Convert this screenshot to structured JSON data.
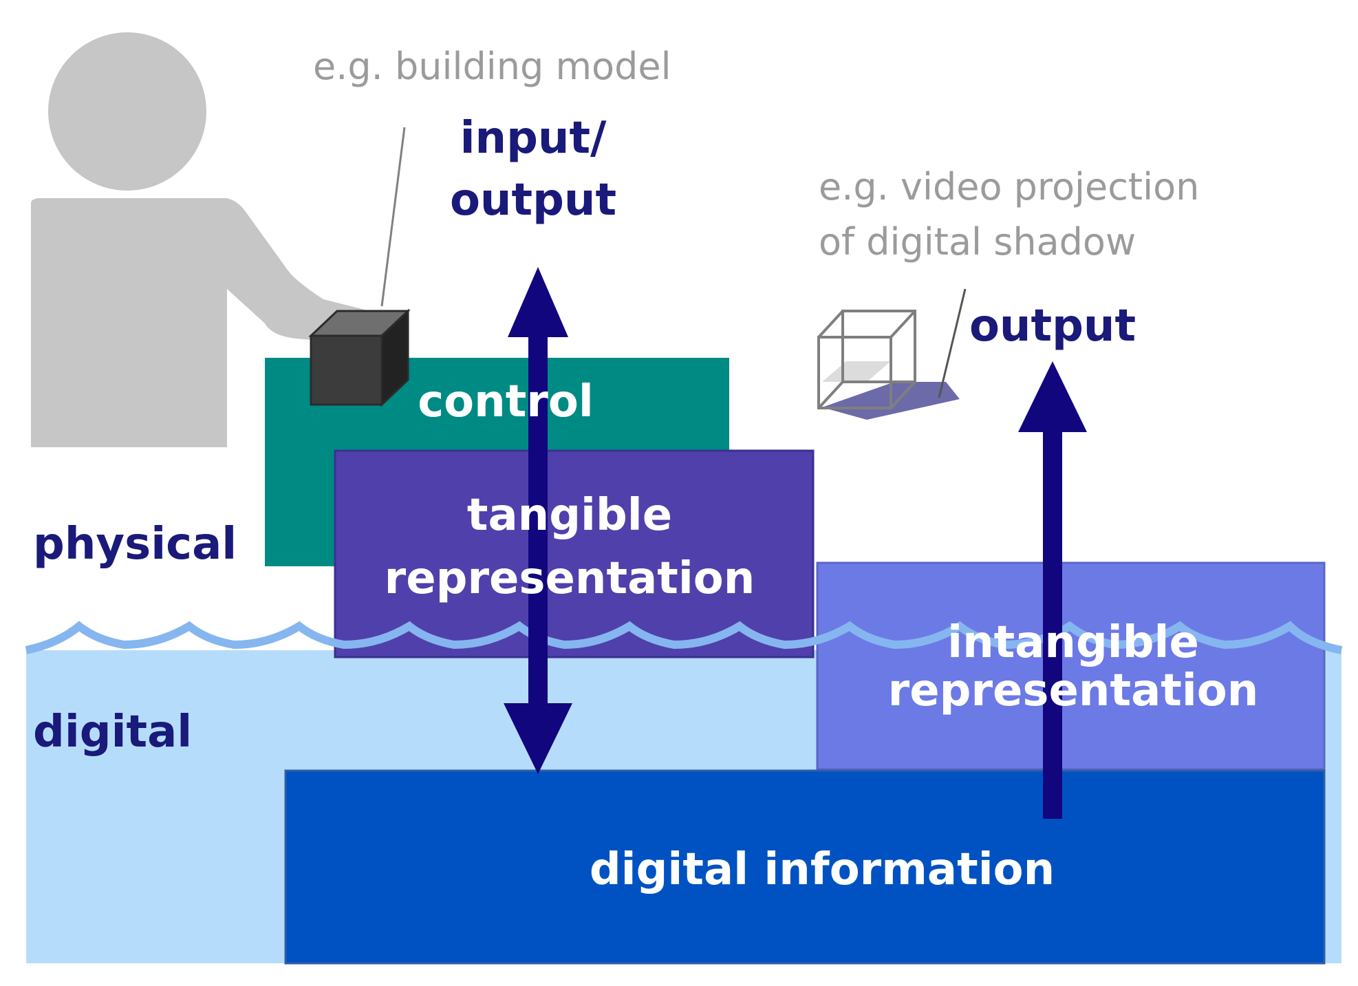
{
  "annotations": {
    "building_model": "e.g. building model",
    "video_projection_line1": "e.g. video projection",
    "video_projection_line2": "of digital shadow"
  },
  "arrows": {
    "input_output_line1": "input/",
    "input_output_line2": "output",
    "output": "output"
  },
  "layers": {
    "physical": "physical",
    "digital": "digital",
    "control": "control",
    "tangible_line1": "tangible",
    "tangible_line2": "representation",
    "intangible_line1": "intangible",
    "intangible_line2": "representation",
    "digital_information": "digital information"
  },
  "colors": {
    "person": "#c6c6c6",
    "control": "#008a84",
    "tangible": "#5040ab",
    "intangible": "#6c7ae6",
    "digital_information": "#0052c2",
    "digital_water": "#b6dcfb",
    "wave": "#86b6ef",
    "arrow": "#12067e",
    "text_navy": "#1a1a7a",
    "text_gray": "#9b9b9b"
  }
}
